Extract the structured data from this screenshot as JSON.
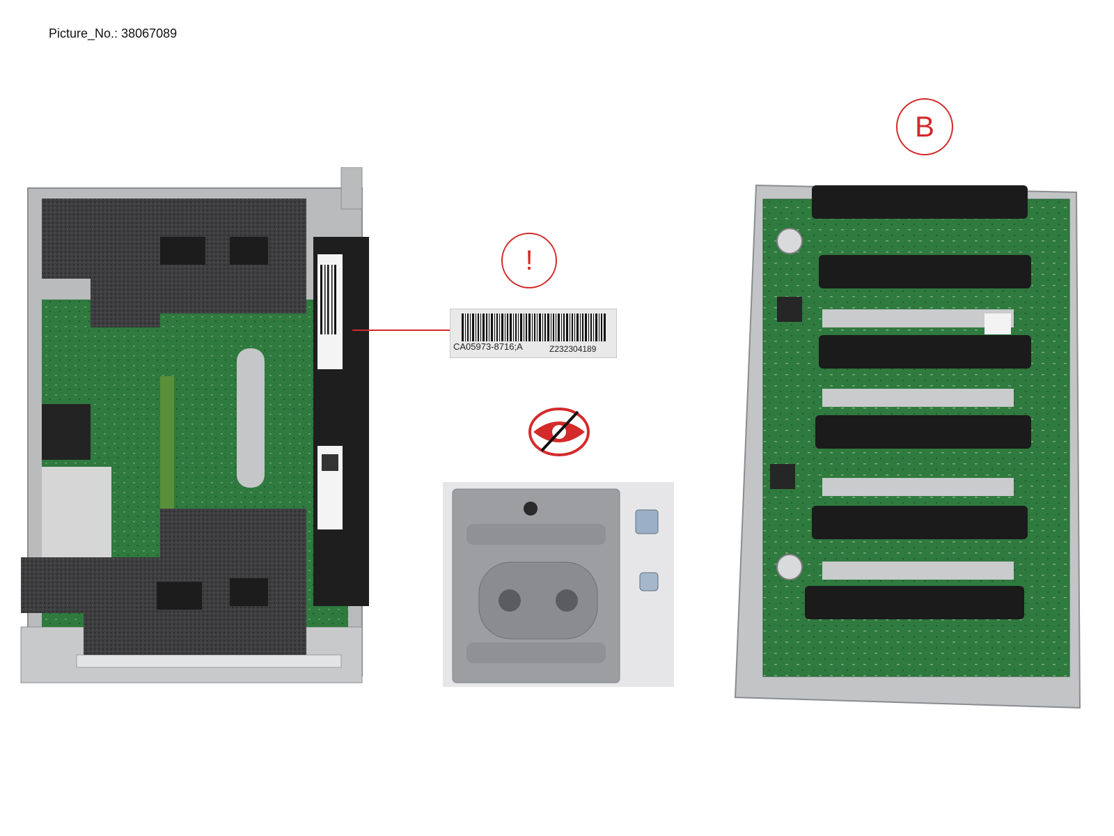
{
  "header": {
    "picture_label": "Picture_No.:",
    "picture_number": "38067089"
  },
  "callouts": {
    "variant_marker": "B",
    "attention_marker": "!",
    "no_view_icon": "eye-crossed-out-icon"
  },
  "label_zoom": {
    "part_number": "CA05973-8716;A",
    "serial_number": "Z232304189"
  },
  "colors": {
    "callout_red": "#d42a2a",
    "foam_dark": "#3e3e40",
    "pcb_green": "#2f7a3e",
    "metal_gray": "#a9abad"
  }
}
